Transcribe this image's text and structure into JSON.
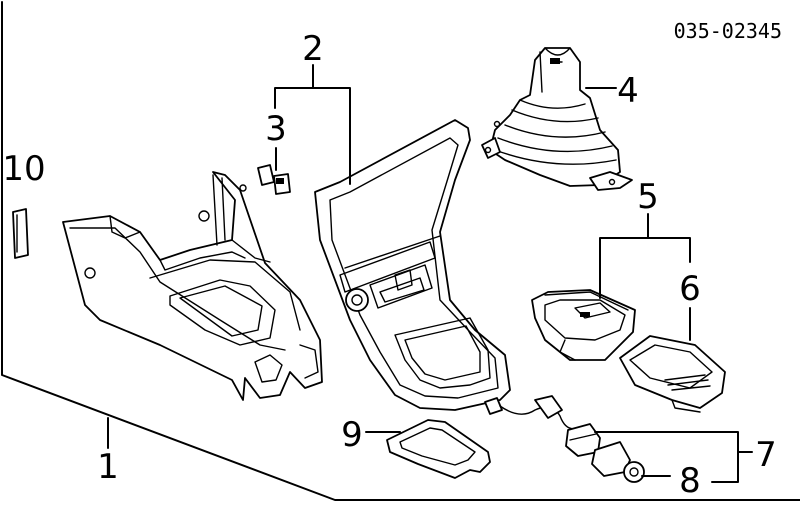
{
  "diagram_code": "035-02345",
  "callouts": [
    "1",
    "2",
    "3",
    "4",
    "5",
    "6",
    "7",
    "8",
    "9",
    "10"
  ]
}
